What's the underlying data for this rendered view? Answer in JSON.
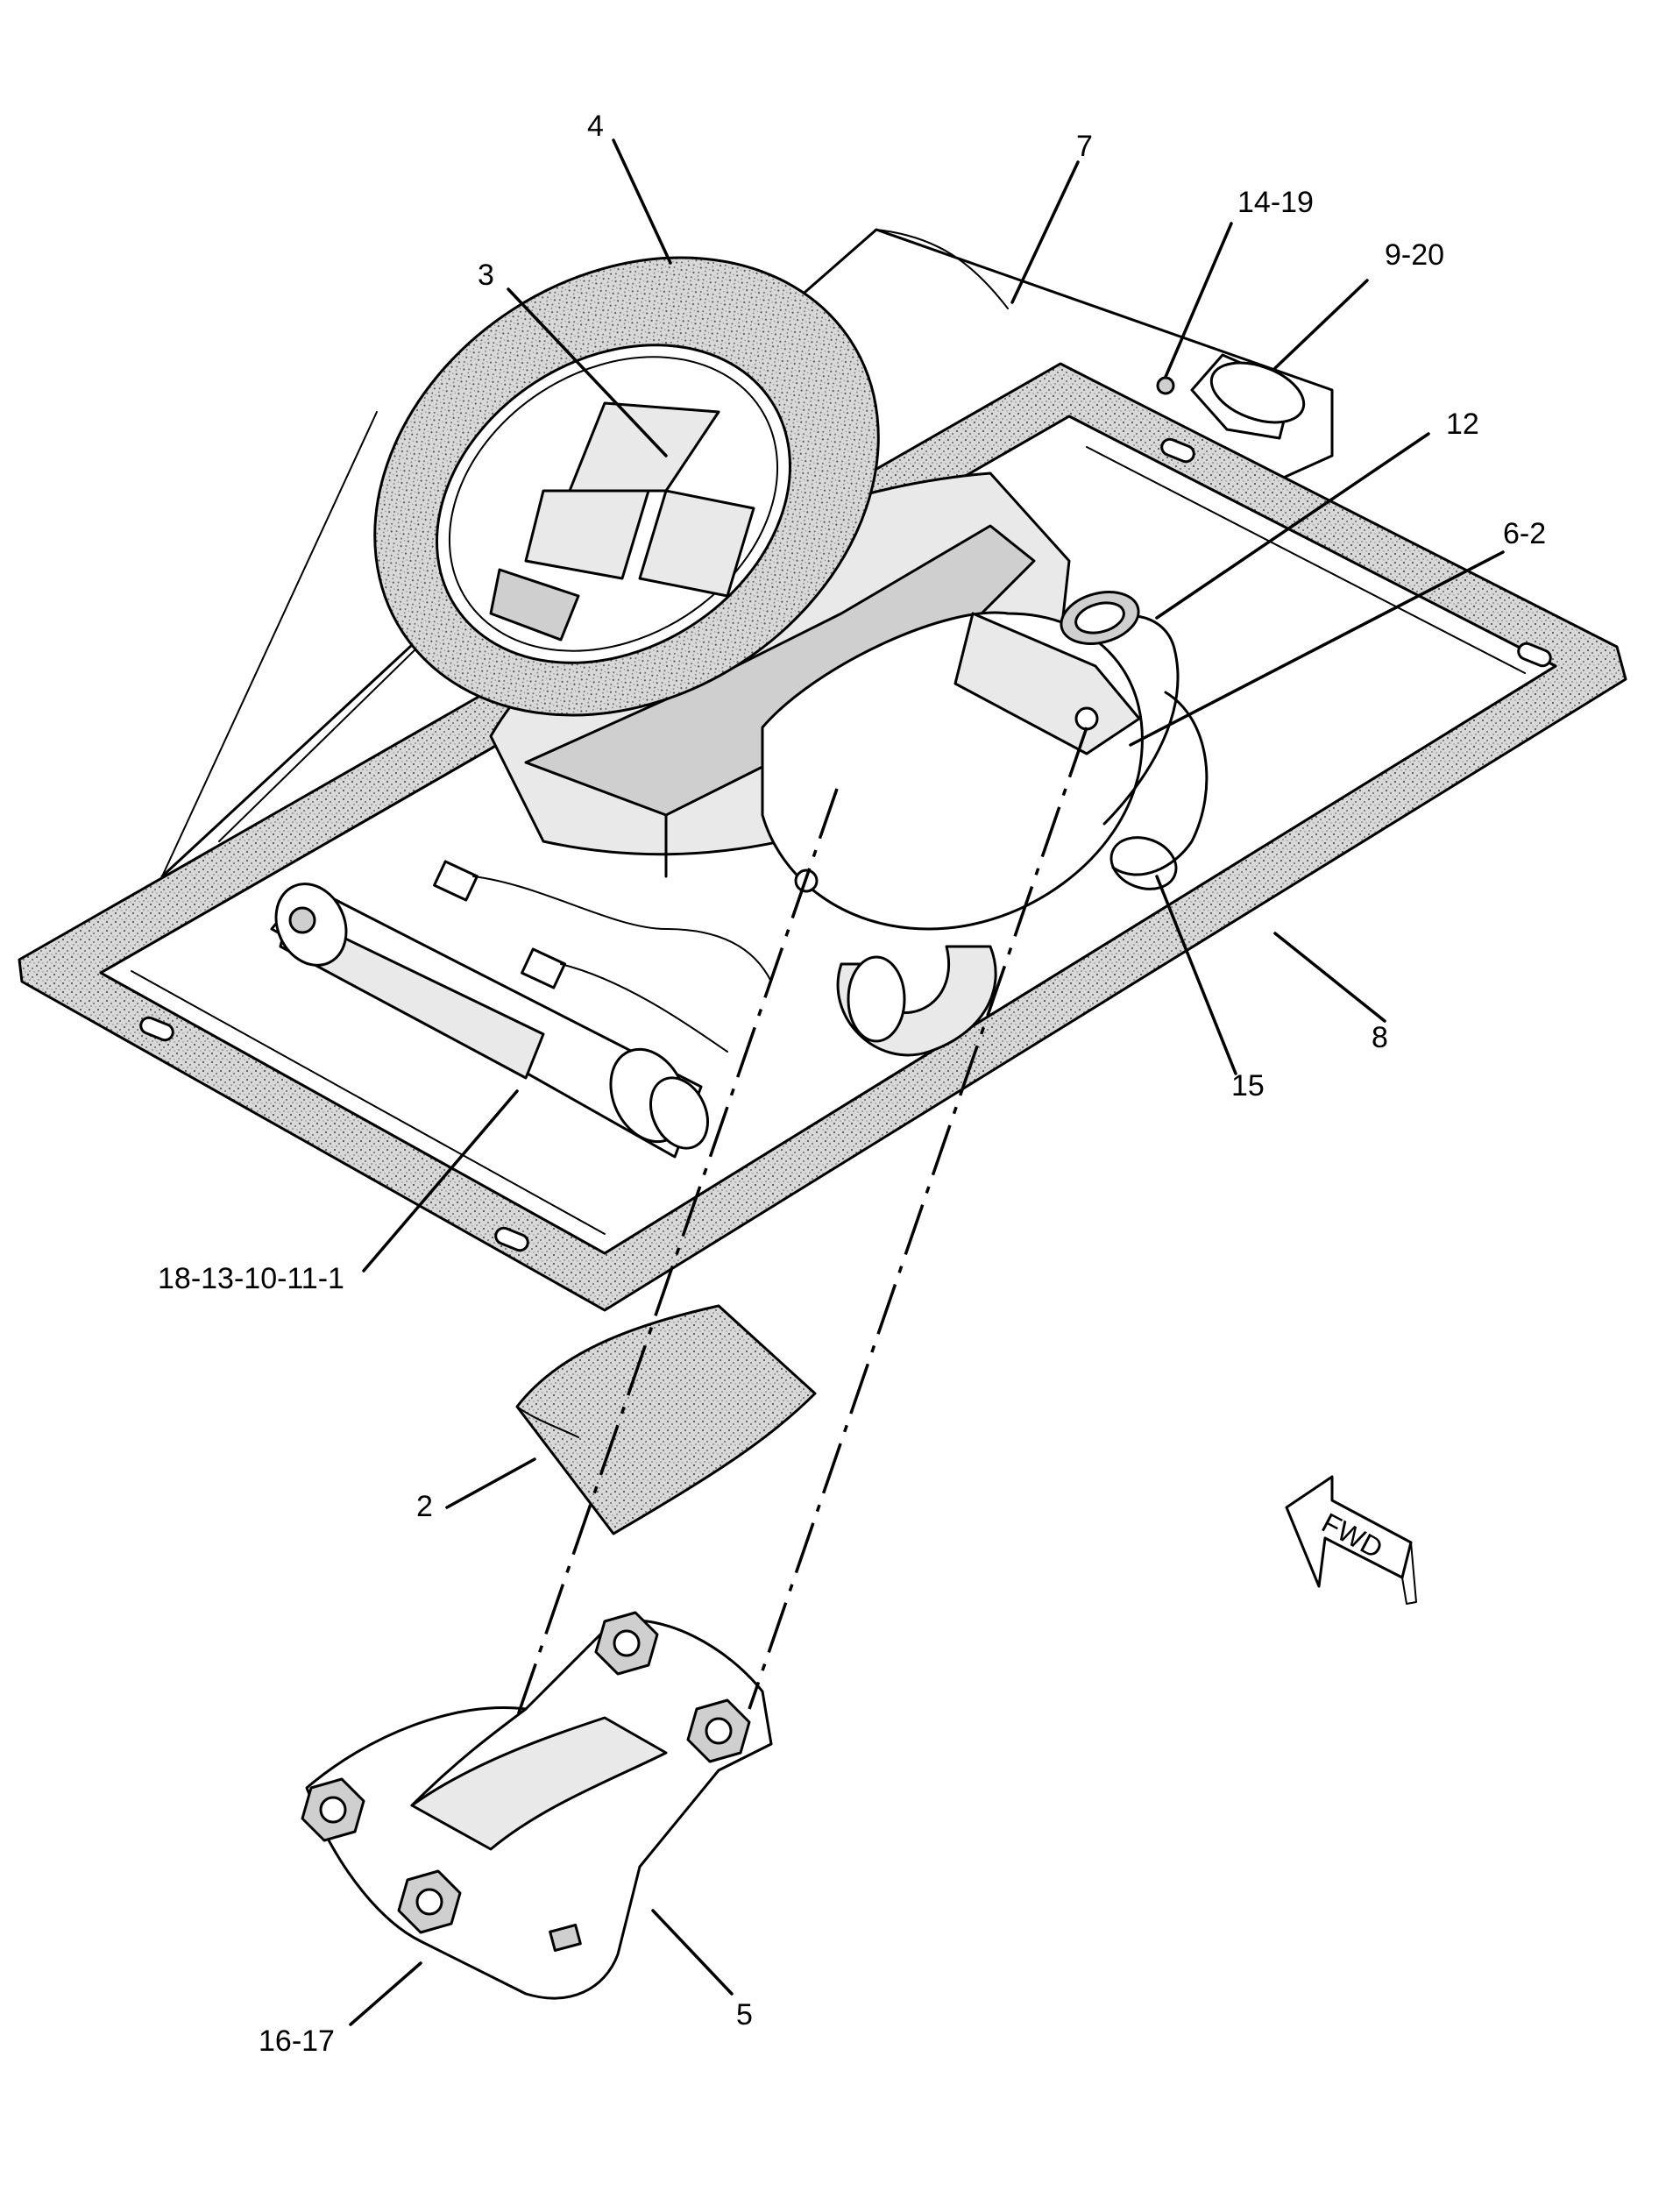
{
  "callouts": {
    "c4": "4",
    "c7": "7",
    "c3": "3",
    "c14_19": "14-19",
    "c9_20": "9-20",
    "c12": "12",
    "c6_2": "6-2",
    "c8": "8",
    "c15": "15",
    "c18_13_10_11_1": "18-13-10-11-1",
    "c2": "2",
    "c16_17": "16-17",
    "c5": "5"
  },
  "direction_arrow": {
    "label": "FWD"
  }
}
